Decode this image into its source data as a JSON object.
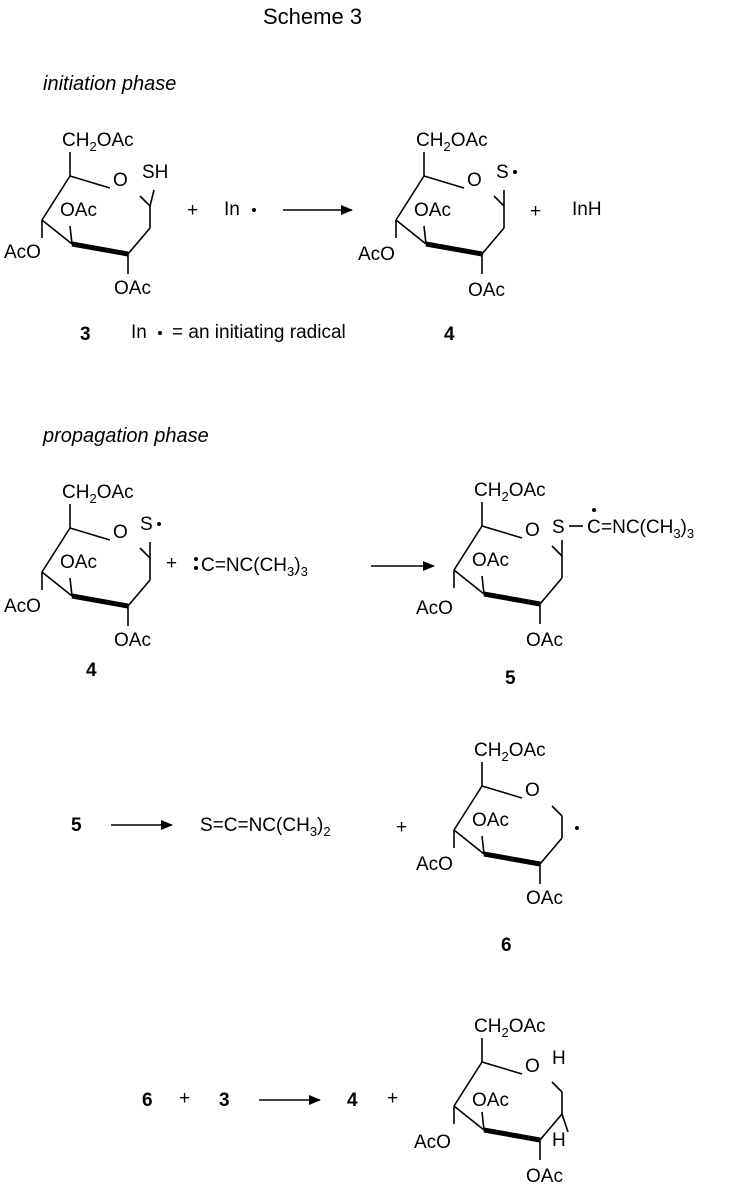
{
  "title": "Scheme 3",
  "phases": {
    "initiation": "initiation phase",
    "propagation": "propagation phase"
  },
  "labels": {
    "ch2oac_pre": "CH",
    "ch2oac_sub": "2",
    "ch2oac_post": "OAc",
    "o_ring": "O",
    "oac": "OAc",
    "aco": "AcO",
    "sh": "SH",
    "s": "S",
    "h": "H",
    "plus": "+",
    "in_radical": "In",
    "inh": "InH",
    "initiator_note": "= an initiating radical",
    "isonitrile_pre": "C=NC(CH",
    "isonitrile_sub": "3",
    "isonitrile_post": ")",
    "isonitrile_sub2": "3",
    "adduct_s": "S",
    "adduct_c": "C",
    "adduct_post": "=NC(CH",
    "adduct_sub": "3",
    "adduct_close": ")",
    "adduct_sub2": "3",
    "isothio_pre": "S=C=NC(CH",
    "isothio_sub": "3",
    "isothio_close": ")",
    "isothio_sub2": "2"
  },
  "compounds": {
    "c3": "3",
    "c4": "4",
    "c5": "5",
    "c6": "6"
  }
}
